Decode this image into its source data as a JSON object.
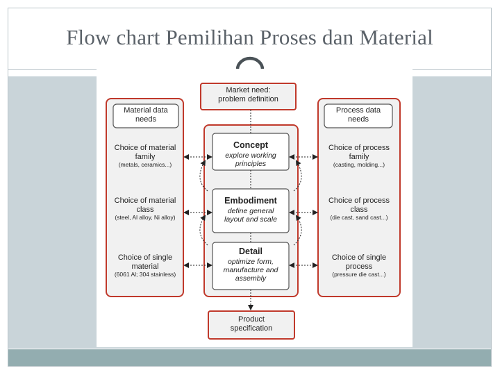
{
  "slide": {
    "title": "Flow chart Pemilihan Proses dan Material"
  },
  "flowchart": {
    "market_need": "Market need:\nproblem definition",
    "product_spec": "Product\nspecification",
    "stages": [
      {
        "title": "Concept",
        "subtitle": "explore working\nprinciples"
      },
      {
        "title": "Embodiment",
        "subtitle": "define general\nlayout and scale"
      },
      {
        "title": "Detail",
        "subtitle": "optimize form,\nmanufacture and\nassembly"
      }
    ],
    "material": {
      "header": "Material data\nneeds",
      "items": [
        {
          "label": "Choice of material\nfamily",
          "example": "(metals, ceramics...)"
        },
        {
          "label": "Choice of material\nclass",
          "example": "(steel, Al alloy, Ni alloy)"
        },
        {
          "label": "Choice of single\nmaterial",
          "example": "(6061 Al;  304 stainless)"
        }
      ]
    },
    "process": {
      "header": "Process data\nneeds",
      "items": [
        {
          "label": "Choice of process\nfamily",
          "example": "(casting, molding...)"
        },
        {
          "label": "Choice of process\nclass",
          "example": "(die cast, sand cast...)"
        },
        {
          "label": "Choice of single\nprocess",
          "example": "(pressure die cast...)"
        }
      ]
    },
    "colors": {
      "red_border": "#c0392b",
      "box_border": "#555555"
    }
  }
}
